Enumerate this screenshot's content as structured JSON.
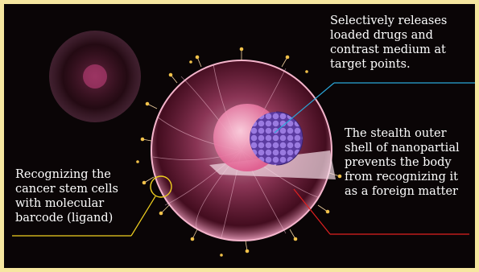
{
  "annotations": {
    "release": "Selectively releases\nloaded drugs and\ncontrast medium at\ntarget points.",
    "stealth": "The stealth outer\nshell of  nanopartial\nprevents the body\nfrom recognizing it\nas a foreign matter",
    "recognize": "Recognizing the\ncancer stem cells\nwith molecular\nbarcode (ligand)"
  },
  "colors": {
    "frame": "#f6e7a0",
    "background": "#0a0506",
    "shell": "#e58aa8",
    "core": "#7a5ac8",
    "release_line": "#2aa6d8",
    "stealth_line": "#e02020",
    "ligand_line": "#f0d020"
  }
}
